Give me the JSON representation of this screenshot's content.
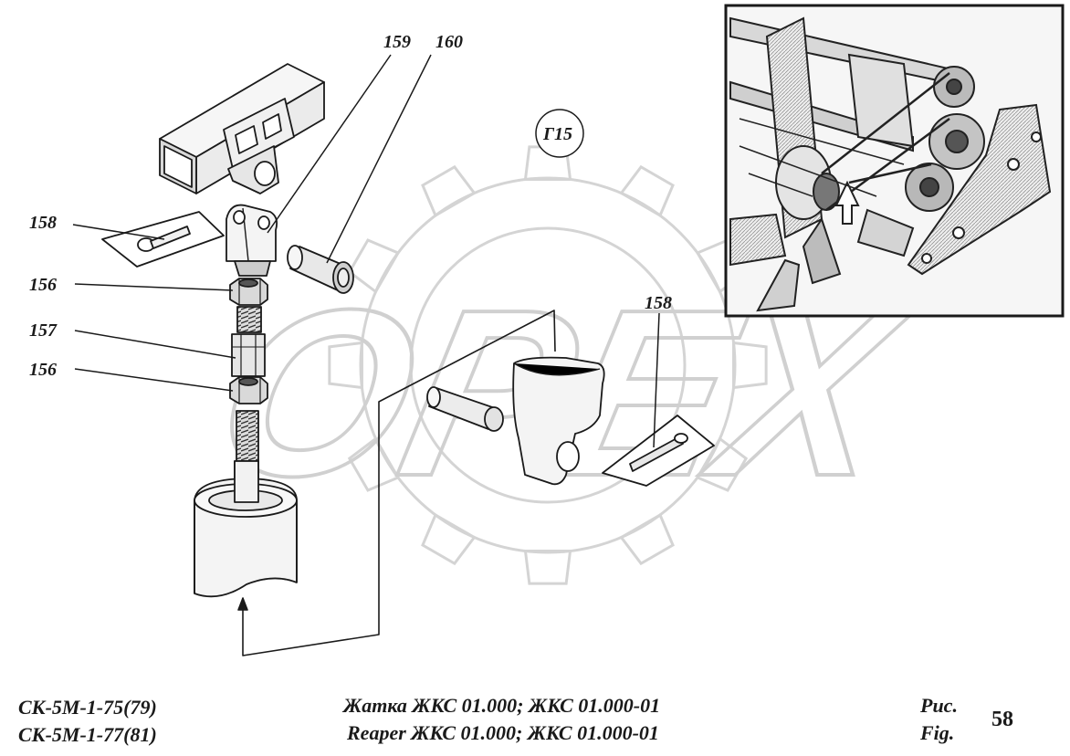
{
  "watermark": {
    "text": "OPEX"
  },
  "section_badge": "Г15",
  "callouts": {
    "c159": "159",
    "c160": "160",
    "c158_left": "158",
    "c156_top": "156",
    "c157": "157",
    "c156_bottom": "156",
    "c158_right": "158"
  },
  "footer": {
    "models": [
      "СК-5М-1-75(79)",
      "СК-5М-1-77(81)"
    ],
    "title_ru": "Жатка ЖКС 01.000; ЖКС 01.000-01",
    "title_en": "Reaper ЖКС 01.000; ЖКС 01.000-01",
    "fig_label_ru": "Рис.",
    "fig_label_en": "Fig.",
    "fig_number": "58"
  },
  "colors": {
    "line": "#1a1a1a",
    "watermark": "#cfcfcf",
    "part_fill": "#f2f2f2",
    "shade": "#9a9a9a"
  }
}
